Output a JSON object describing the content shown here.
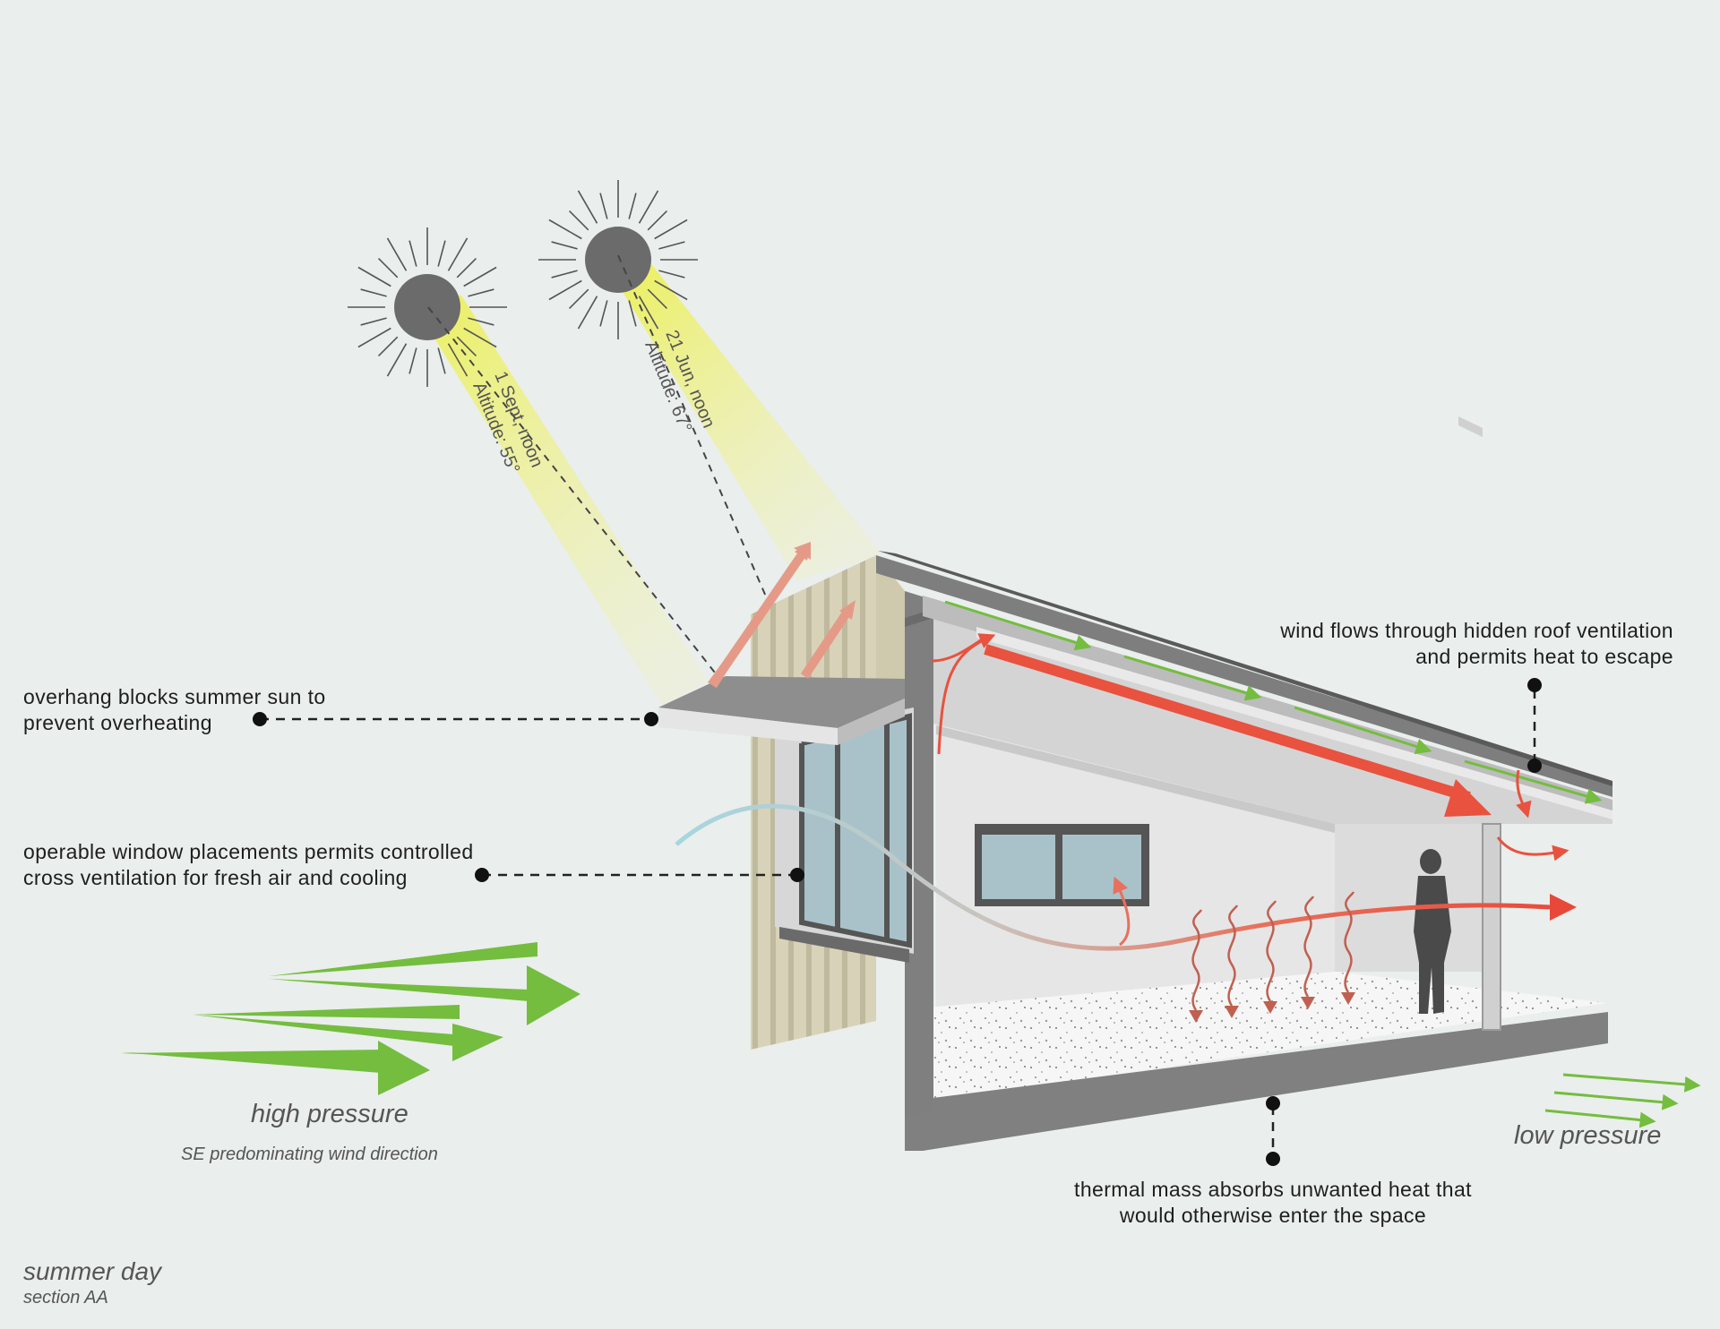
{
  "sun_labels": {
    "sept": {
      "line1": "1 Sept, noon",
      "line2": "Altitude: 55°"
    },
    "june": {
      "line1": "21 Jun, noon",
      "line2": "Altitude: 67°"
    }
  },
  "annotations": {
    "overhang": {
      "line1": "overhang blocks summer sun to",
      "line2": "prevent overheating"
    },
    "window": {
      "line1": "operable window placements permits controlled",
      "line2": "cross ventilation for fresh air and cooling"
    },
    "roof": {
      "line1": "wind flows through hidden roof ventilation",
      "line2": "and permits heat to escape"
    },
    "thermal": {
      "line1": "thermal mass absorbs unwanted heat that",
      "line2": "would otherwise enter the space"
    }
  },
  "pressure": {
    "high": "high pressure",
    "high_sub": "SE predominating wind direction",
    "low": "low pressure"
  },
  "caption": {
    "title": "summer day",
    "sub": "section AA"
  },
  "colors": {
    "background": "#eaeeec",
    "wind_green": "#74bd3f",
    "heat_red": "#e8523f",
    "cool_blue": "#9fd3de",
    "sun_glow": "#eef06a",
    "sun_disc": "#6b6b6b",
    "wall_gray": "#858585",
    "cladding": "#d4cfb2",
    "glass": "#a9c2c9"
  }
}
